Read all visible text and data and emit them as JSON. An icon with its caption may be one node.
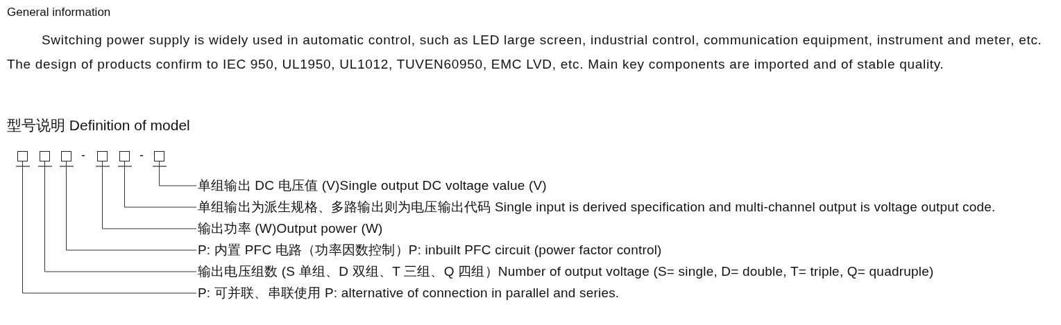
{
  "diagram": {
    "nodes": [
      {
        "text": [],
        "shape": "box"
      },
      {
        "text": [],
        "shape": "box"
      },
      {
        "text": [],
        "shape": "box"
      },
      {
        "text": [],
        "shape": "box"
      },
      {
        "text": [],
        "shape": "box"
      },
      {
        "text": [],
        "shape": "box"
      },
      {
        "text": [
          "单组输出 DC 电压值 (V)Single output DC voltage value (V)"
        ]
      },
      {
        "text": [
          "单组输出为派生规格、多路输出则为电压输出代码 Single input is derived specification and multi-channel output is voltage output code."
        ]
      },
      {
        "text": [
          "输出功率 (W)Output power (W)"
        ]
      },
      {
        "text": [
          "P: 内置 PFC 电路（功率因数控制）P: inbuilt PFC circuit (power factor control)"
        ]
      },
      {
        "text": [
          "输出电压组数 (S 单组、D 双组、T 三组、Q 四组）Number of output voltage (S= single, D= double, T= triple, Q= quadruple)"
        ]
      },
      {
        "text": [
          "P: 可并联、串联使用 P: alternative of connection in parallel and series."
        ]
      }
    ],
    "edges": [
      {
        "from": 5,
        "to": 6,
        "arrow": "none"
      },
      {
        "from": 4,
        "to": 7,
        "arrow": "none"
      },
      {
        "from": 3,
        "to": 8,
        "arrow": "none"
      },
      {
        "from": 2,
        "to": 9,
        "arrow": "none"
      },
      {
        "from": 1,
        "to": 10,
        "arrow": "none"
      },
      {
        "from": 0,
        "to": 11,
        "arrow": "none"
      }
    ],
    "labels": [
      "General information",
      "Switching power supply is widely used in automatic control, such as LED large screen, industrial control, communication equipment, instrument and meter, etc. The design of products confirm to IEC 950, UL1950, UL1012, TUVEN60950, EMC LVD, etc. Main key components are imported and of stable quality.",
      "型号说明 Definition of model",
      "-",
      "-"
    ]
  }
}
